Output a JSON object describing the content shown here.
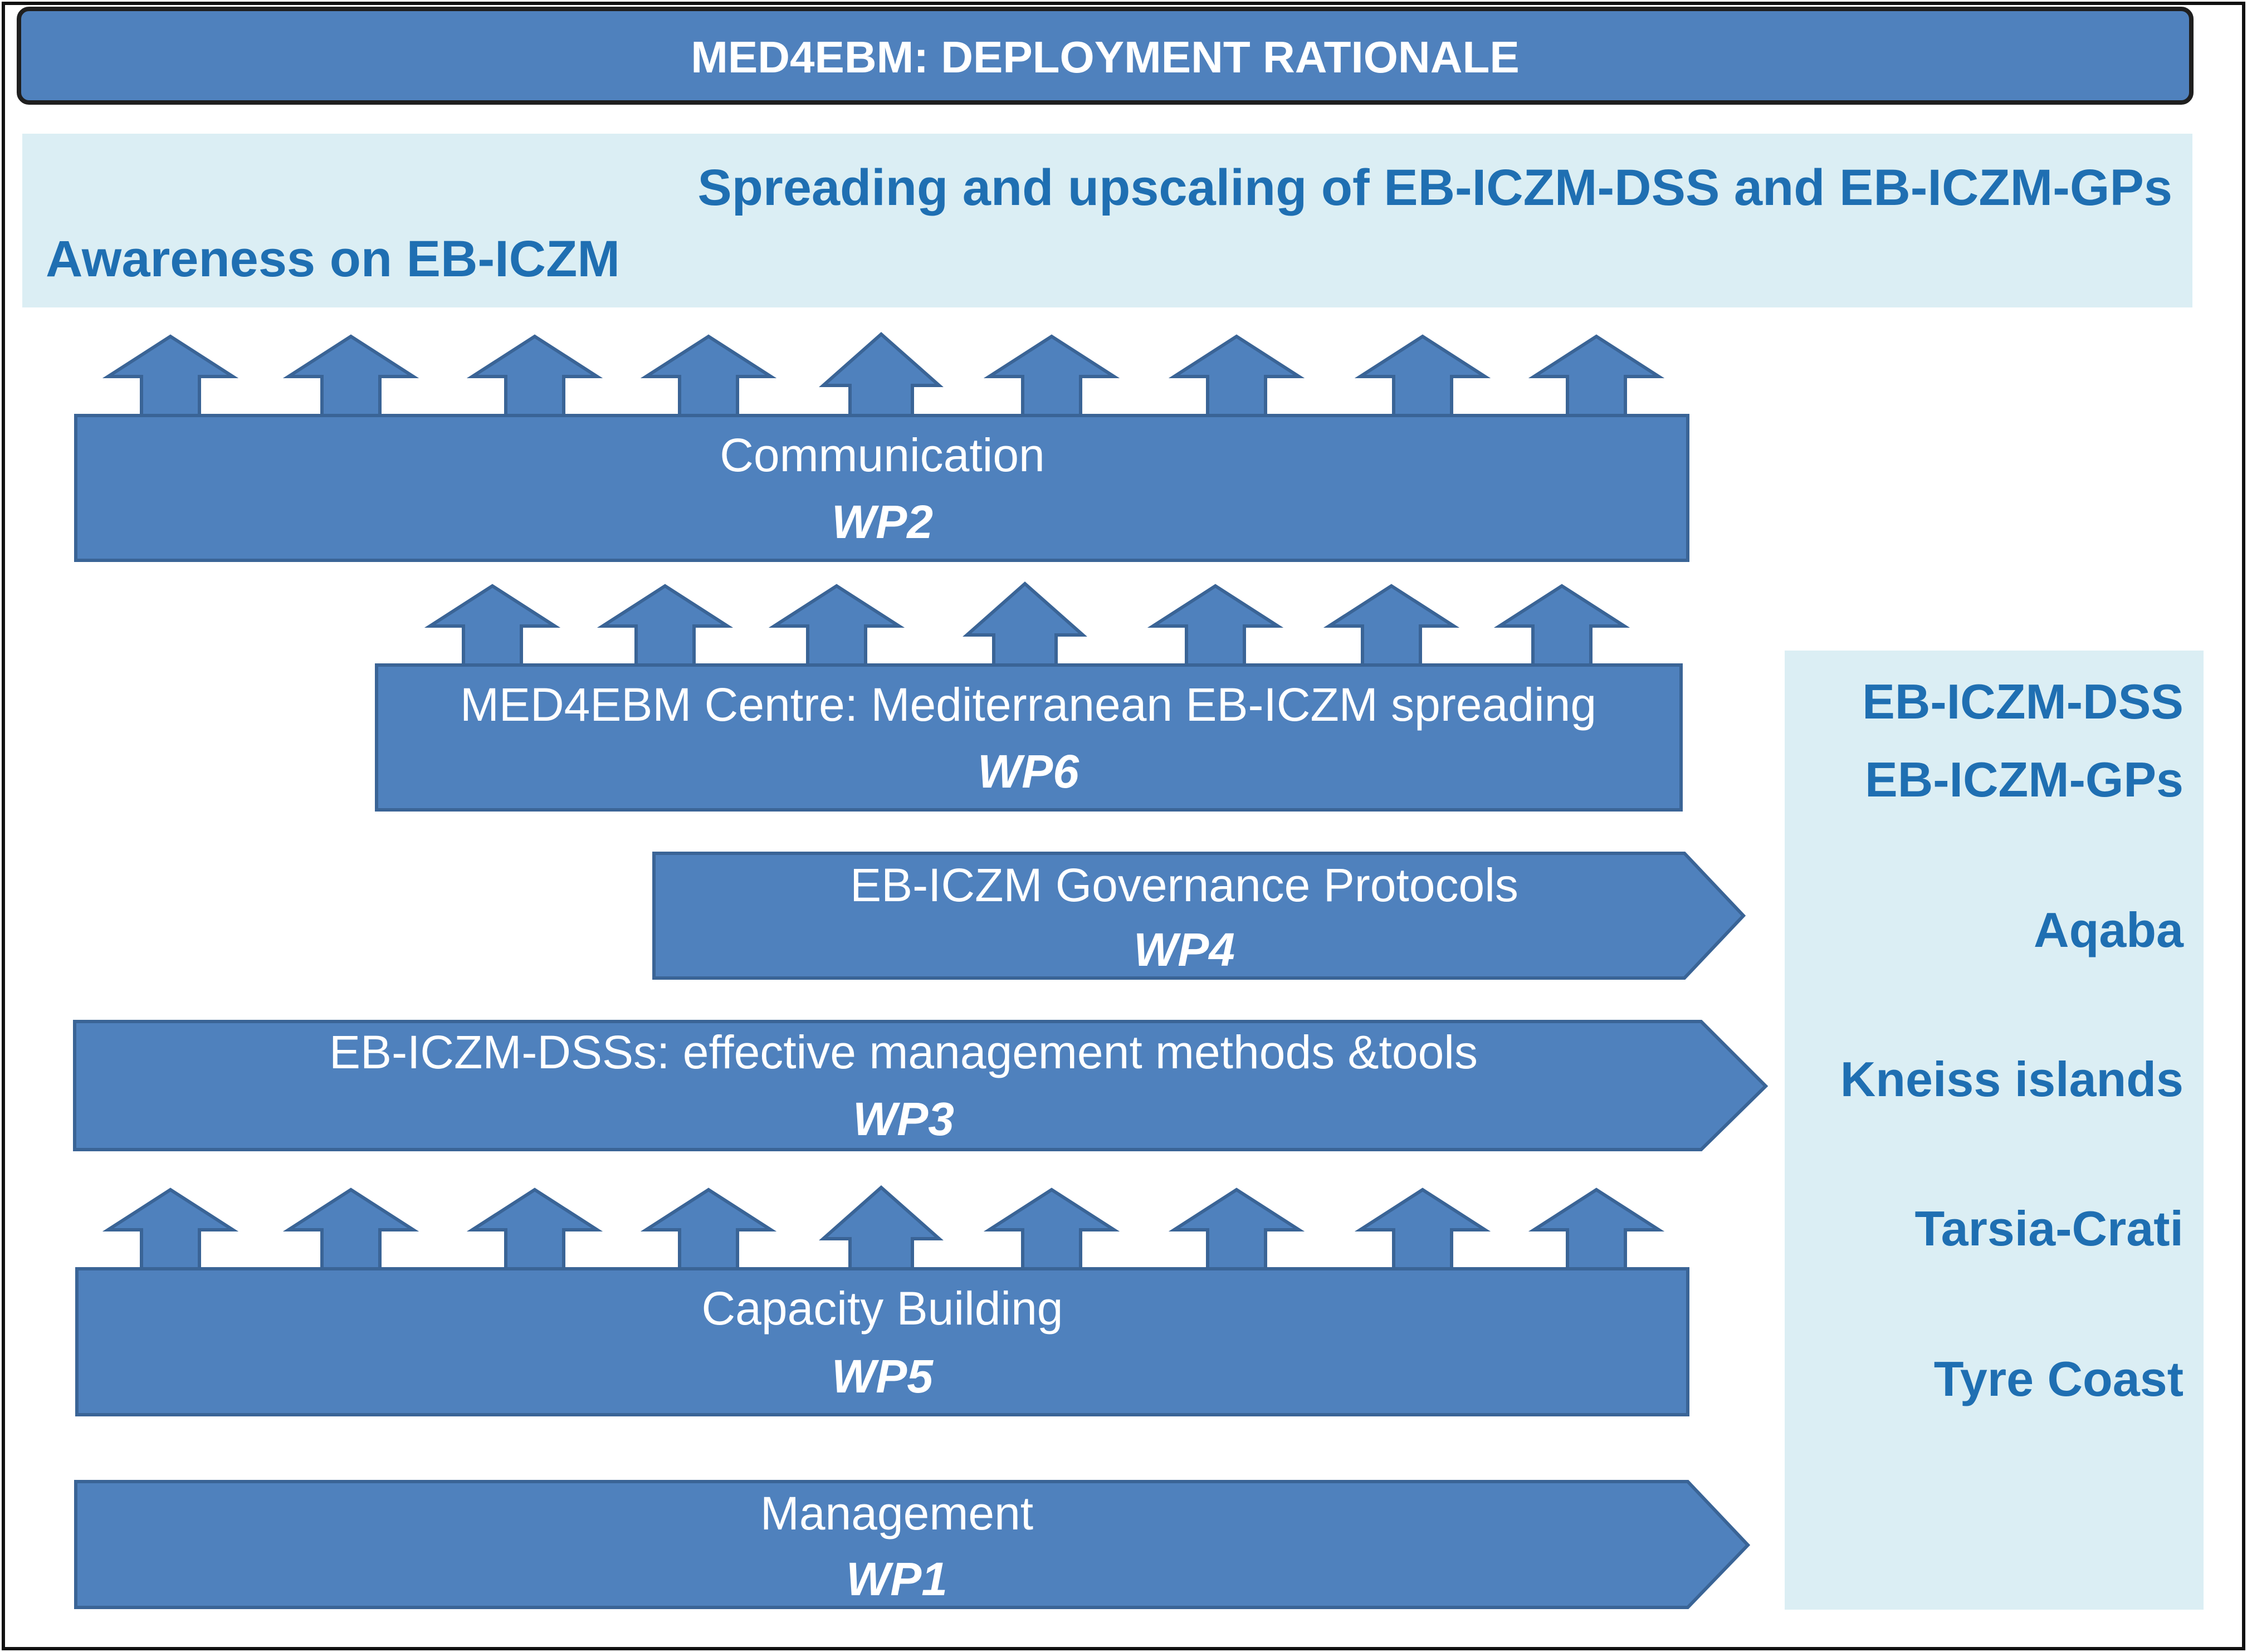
{
  "title": "MED4EBM: DEPLOYMENT RATIONALE",
  "banner": {
    "line1": "Spreading and upscaling of EB-ICZM-DSS and EB-ICZM-GPs",
    "line2": "Awareness on EB-ICZM"
  },
  "work_packages": [
    {
      "id": "communication",
      "label": "Communication",
      "wp": "WP2"
    },
    {
      "id": "centre",
      "label": "MED4EBM Centre: Mediterranean EB-ICZM spreading",
      "wp": "WP6"
    },
    {
      "id": "governance",
      "label": "EB-ICZM Governance Protocols",
      "wp": "WP4"
    },
    {
      "id": "dss",
      "label": "EB-ICZM-DSSs: effective management methods &tools",
      "wp": "WP3"
    },
    {
      "id": "capacity",
      "label": "Capacity Building",
      "wp": "WP5"
    },
    {
      "id": "management",
      "label": "Management",
      "wp": "WP1"
    }
  ],
  "side_panel": {
    "items": [
      "EB-ICZM-DSS",
      "EB-ICZM-GPs",
      "Aqaba",
      "Kneiss islands",
      "Tarsia-Crati",
      "Tyre Coast"
    ]
  },
  "colors": {
    "box_fill": "#4f81bd",
    "box_stroke": "#3a6496",
    "panel_fill": "#dbeef4",
    "accent_text": "#1f6fb2",
    "title_stroke": "#1f1f1f"
  }
}
